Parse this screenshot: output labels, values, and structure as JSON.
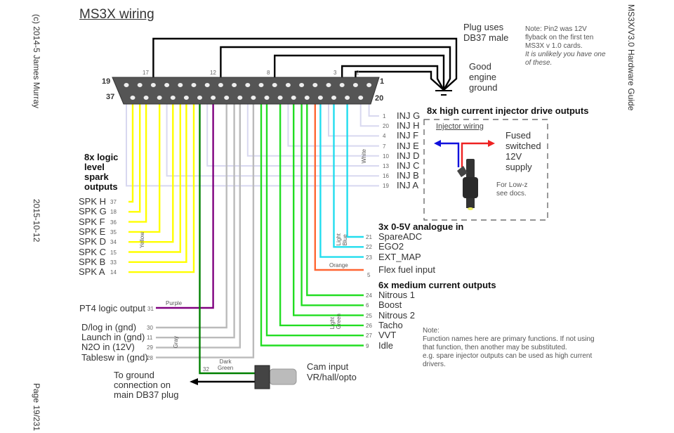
{
  "page": {
    "title": "MS3X wiring",
    "copyright": "(c) 2014-5 James Murray",
    "date": "2015-10-12",
    "page_number": "Page 19/231",
    "guide_name": "MS3X/V3.0 Hardware Guide"
  },
  "connector": {
    "top_pins_labeled": [
      "17",
      "12",
      "8",
      "3",
      "2"
    ],
    "corner_labels": {
      "top_left": "19",
      "bottom_left": "37",
      "top_right": "1",
      "bottom_right": "20"
    },
    "plug_note": [
      "Plug uses",
      "DB37 male"
    ],
    "ground_label": [
      "Good",
      "engine",
      "ground"
    ]
  },
  "pin2_note": {
    "lines": [
      "Note: Pin2 was 12V",
      "flyback on the first ten",
      "MS3X v 1.0 cards."
    ],
    "italic_lines": [
      "It is unlikely you have one",
      "of these."
    ]
  },
  "injectors": {
    "heading": "8x high current injector drive outputs",
    "wire_color_label": "White",
    "outputs": [
      {
        "pin": "1",
        "name": "INJ G"
      },
      {
        "pin": "20",
        "name": "INJ H"
      },
      {
        "pin": "4",
        "name": "INJ F"
      },
      {
        "pin": "7",
        "name": "INJ E"
      },
      {
        "pin": "10",
        "name": "INJ D"
      },
      {
        "pin": "13",
        "name": "INJ C"
      },
      {
        "pin": "16",
        "name": "INJ B"
      },
      {
        "pin": "19",
        "name": "INJ A"
      }
    ],
    "wiring_box": {
      "title": "Injector wiring",
      "supply": [
        "Fused",
        "switched",
        "12V",
        "supply"
      ],
      "lowz": [
        "For Low-z",
        "see docs."
      ]
    }
  },
  "spark": {
    "heading": [
      "8x logic",
      "level",
      "spark",
      "outputs"
    ],
    "wire_color_label": "Yellow",
    "outputs": [
      {
        "pin": "37",
        "name": "SPK H"
      },
      {
        "pin": "18",
        "name": "SPK G"
      },
      {
        "pin": "36",
        "name": "SPK F"
      },
      {
        "pin": "35",
        "name": "SPK E"
      },
      {
        "pin": "34",
        "name": "SPK D"
      },
      {
        "pin": "15",
        "name": "SPK C"
      },
      {
        "pin": "33",
        "name": "SPK B"
      },
      {
        "pin": "14",
        "name": "SPK A"
      }
    ]
  },
  "analogue": {
    "heading": "3x 0-5V analogue in",
    "wire_color_label": [
      "Light",
      "Blue"
    ],
    "inputs": [
      {
        "pin": "21",
        "name": "SpareADC"
      },
      {
        "pin": "22",
        "name": "EGO2"
      },
      {
        "pin": "23",
        "name": "EXT_MAP"
      }
    ]
  },
  "flex": {
    "pin": "5",
    "name": "Flex fuel input",
    "wire_color_label": "Orange"
  },
  "medium": {
    "heading": "6x medium current outputs",
    "wire_color_label": [
      "Light",
      "Green"
    ],
    "outputs": [
      {
        "pin": "24",
        "name": "Nitrous 1"
      },
      {
        "pin": "6",
        "name": "Boost"
      },
      {
        "pin": "25",
        "name": "Nitrous 2"
      },
      {
        "pin": "26",
        "name": "Tacho"
      },
      {
        "pin": "27",
        "name": "VVT"
      },
      {
        "pin": "9",
        "name": "Idle"
      }
    ]
  },
  "pt4": {
    "pin": "31",
    "name": "PT4 logic output",
    "wire_color_label": "Purple"
  },
  "switch_inputs": {
    "wire_color_label": "Gray",
    "inputs": [
      {
        "pin": "30",
        "name": "D/log in (gnd)"
      },
      {
        "pin": "11",
        "name": "Launch in (gnd)"
      },
      {
        "pin": "29",
        "name": "N2O in (12V)"
      },
      {
        "pin": "28",
        "name": "Tablesw in (gnd)"
      }
    ]
  },
  "cam": {
    "pin": "32",
    "wire_color_label": [
      "Dark",
      "Green"
    ],
    "label": [
      "Cam input",
      "VR/hall/opto"
    ],
    "ground_note": [
      "To ground",
      "connection on",
      "main DB37 plug"
    ]
  },
  "function_note": {
    "lines": [
      "Note:",
      "Function names here are primary functions. If not using",
      "that function, then another may be substituted.",
      "e.g. spare injector outputs can be used as high current",
      "drivers."
    ]
  },
  "colors": {
    "white_wire": "#d8d8f0",
    "yellow": "#ffff00",
    "purple": "#800080",
    "dark_green": "#008000",
    "light_green": "#22dd22",
    "gray": "#bbbbbb",
    "orange": "#ff6633",
    "light_blue": "#22ddee",
    "connector": "#555555",
    "supply_red": "#ee2222",
    "inj_blue": "#1111dd"
  }
}
